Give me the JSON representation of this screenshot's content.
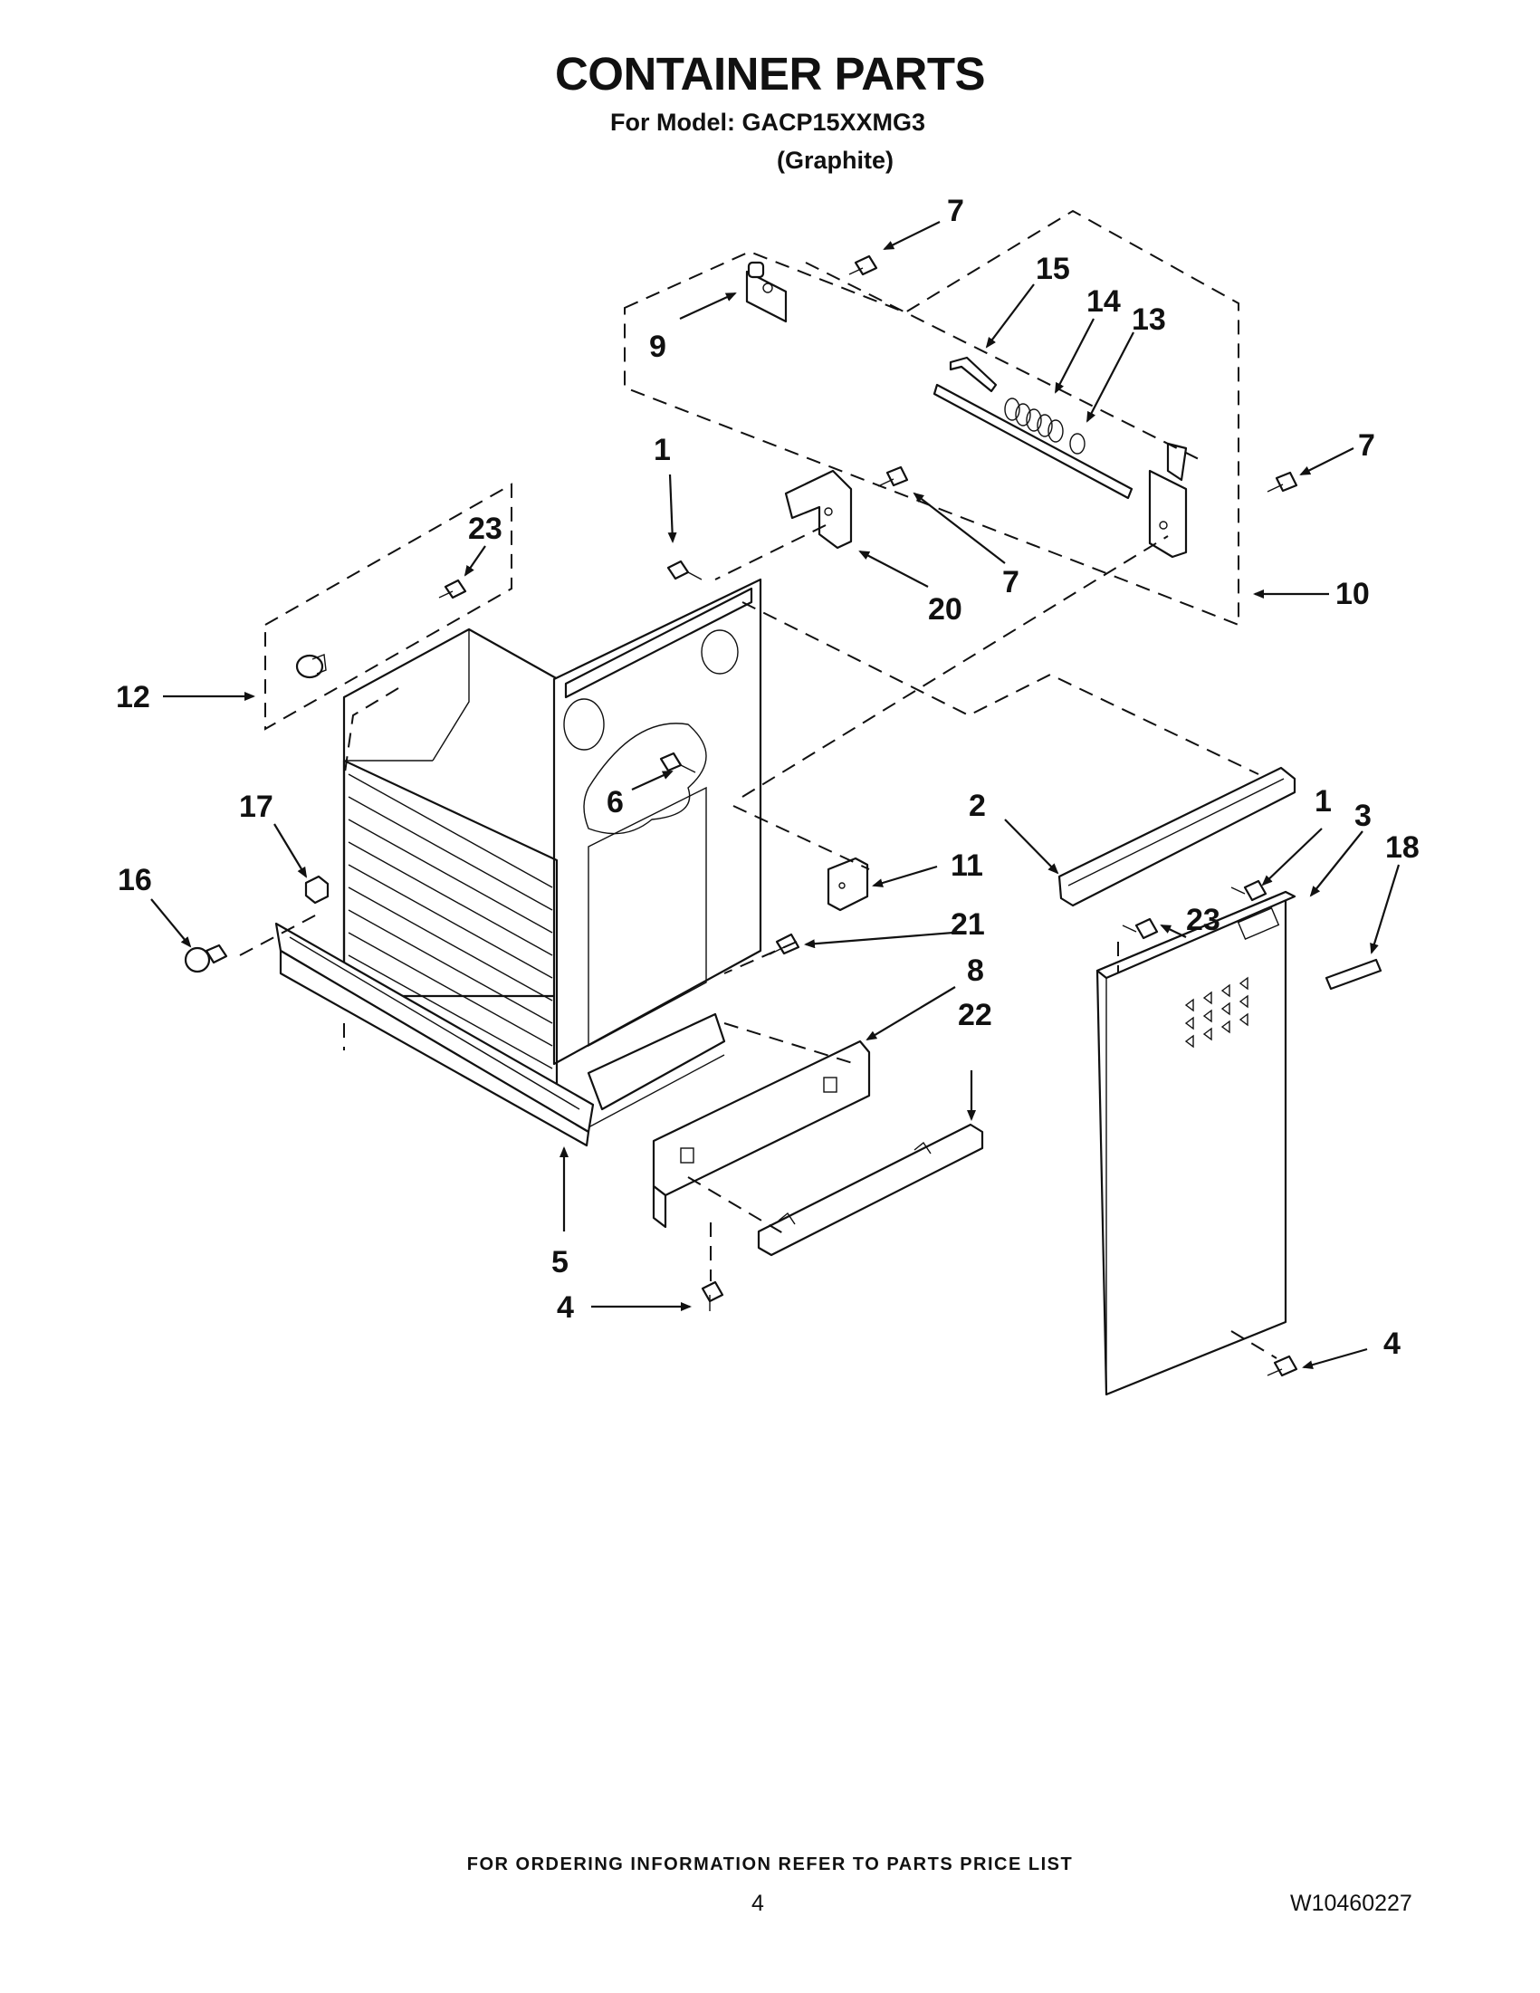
{
  "header": {
    "title": "CONTAINER PARTS",
    "model_line": "For Model: GACP15XXMG3",
    "variant": "(Graphite)"
  },
  "callouts": [
    {
      "id": "c-7a",
      "label": "7"
    },
    {
      "id": "c-15",
      "label": "15"
    },
    {
      "id": "c-14",
      "label": "14"
    },
    {
      "id": "c-13",
      "label": "13"
    },
    {
      "id": "c-9",
      "label": "9"
    },
    {
      "id": "c-7b",
      "label": "7"
    },
    {
      "id": "c-1a",
      "label": "1"
    },
    {
      "id": "c-23a",
      "label": "23"
    },
    {
      "id": "c-7c",
      "label": "7"
    },
    {
      "id": "c-20",
      "label": "20"
    },
    {
      "id": "c-10",
      "label": "10"
    },
    {
      "id": "c-12",
      "label": "12"
    },
    {
      "id": "c-6",
      "label": "6"
    },
    {
      "id": "c-2",
      "label": "2"
    },
    {
      "id": "c-1b",
      "label": "1"
    },
    {
      "id": "c-3",
      "label": "3"
    },
    {
      "id": "c-18",
      "label": "18"
    },
    {
      "id": "c-17",
      "label": "17"
    },
    {
      "id": "c-11",
      "label": "11"
    },
    {
      "id": "c-16",
      "label": "16"
    },
    {
      "id": "c-23b",
      "label": "23"
    },
    {
      "id": "c-21",
      "label": "21"
    },
    {
      "id": "c-8",
      "label": "8"
    },
    {
      "id": "c-22",
      "label": "22"
    },
    {
      "id": "c-5",
      "label": "5"
    },
    {
      "id": "c-4a",
      "label": "4"
    },
    {
      "id": "c-4b",
      "label": "4"
    }
  ],
  "footer": {
    "note": "FOR ORDERING INFORMATION REFER TO PARTS PRICE LIST",
    "page": "4",
    "doc_number": "W10460227"
  }
}
